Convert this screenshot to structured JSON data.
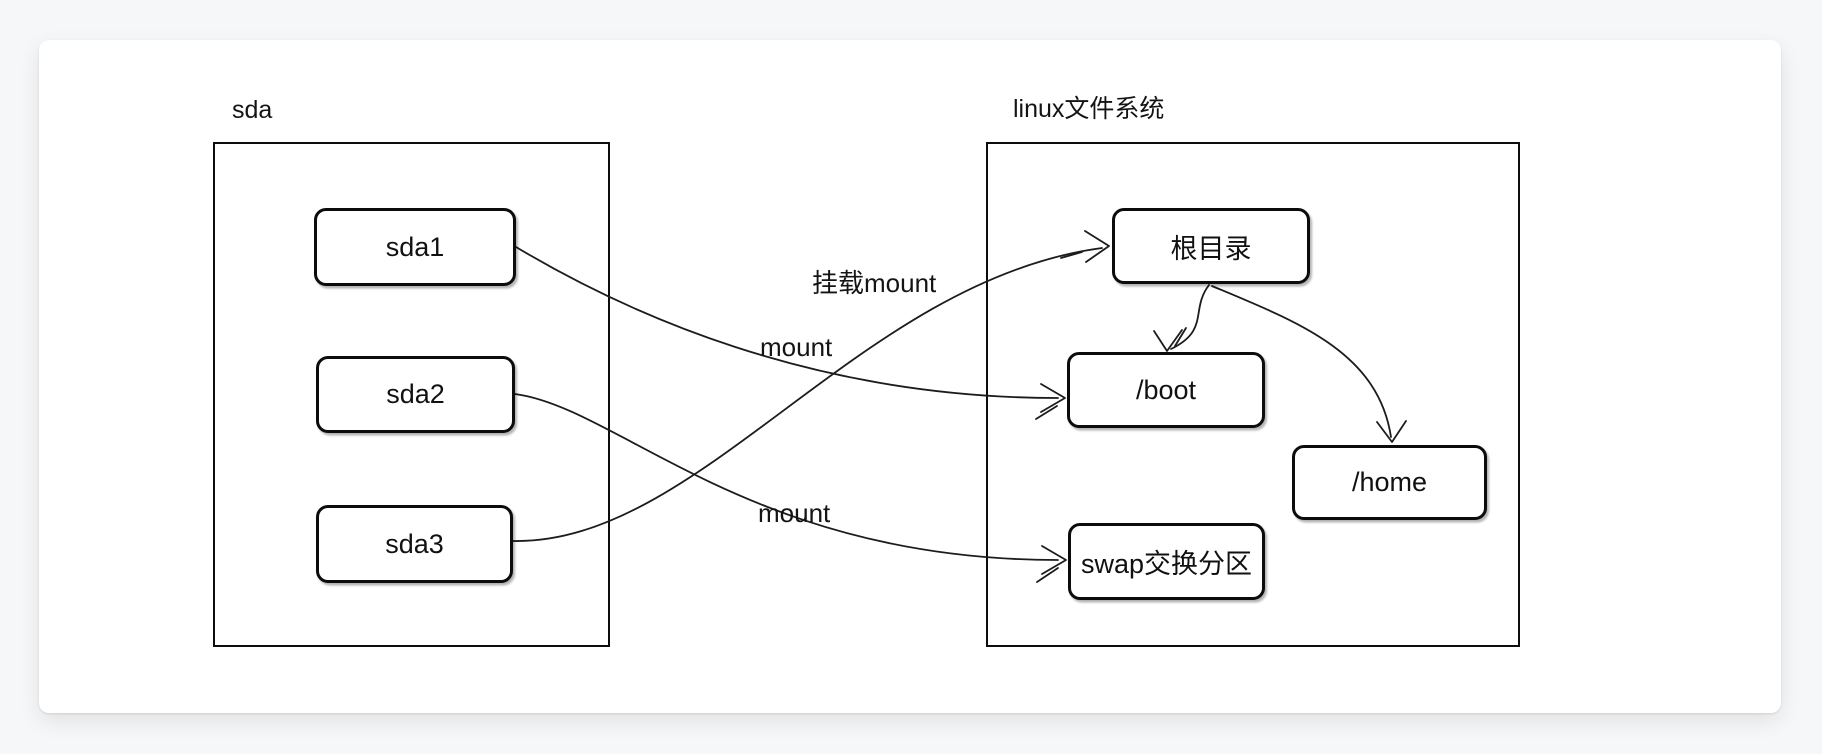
{
  "theme": {
    "page_background": "#f6f7f8",
    "card_background": "#ffffff",
    "ink": "#0d0d0d"
  },
  "groups": {
    "sda": {
      "label": "sda"
    },
    "linux": {
      "label": "linux文件系统"
    }
  },
  "nodes": {
    "sda1": {
      "label": "sda1"
    },
    "sda2": {
      "label": "sda2"
    },
    "sda3": {
      "label": "sda3"
    },
    "root": {
      "label": "根目录"
    },
    "boot": {
      "label": "/boot"
    },
    "home": {
      "label": "/home"
    },
    "swap": {
      "label": "swap交换分区"
    }
  },
  "edges": {
    "sda1_boot": {
      "from": "sda1",
      "to": "/boot",
      "label": "mount"
    },
    "sda2_swap": {
      "from": "sda2",
      "to": "swap交换分区",
      "label": "mount"
    },
    "sda3_root": {
      "from": "sda3",
      "to": "根目录",
      "label": "挂载mount"
    },
    "root_boot": {
      "from": "根目录",
      "to": "/boot",
      "label": ""
    },
    "root_home": {
      "from": "根目录",
      "to": "/home",
      "label": ""
    }
  }
}
